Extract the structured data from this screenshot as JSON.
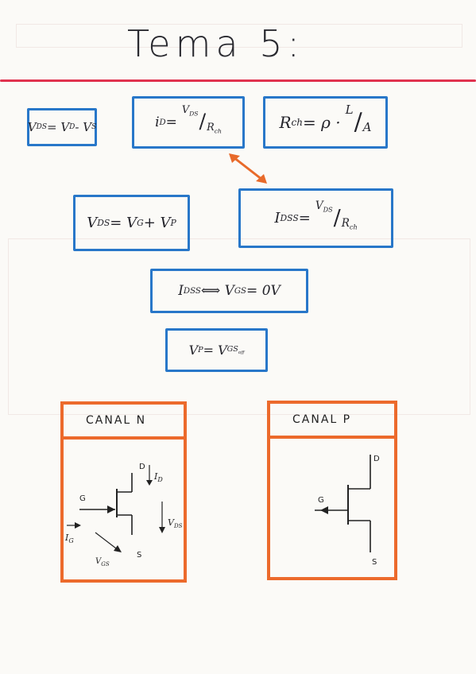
{
  "title": "Tema 5:",
  "colors": {
    "rule": "#e0334f",
    "box_border": "#2877c9",
    "canal_border": "#ec6a2c",
    "arrow": "#e86a2a"
  },
  "formulas": {
    "vds_def": {
      "v": "V",
      "s1": "DS",
      "eq": " = V",
      "s2": "D",
      "minus": " - V",
      "s3": "S"
    },
    "id_eq": {
      "i": "i",
      "sub": "D",
      "eq": " = ",
      "num_v": "V",
      "num_sub": "DS",
      "den": "R",
      "den_sub": "ch"
    },
    "rch_eq": {
      "r": "R",
      "sub": "ch",
      "eq": " = ρ ·",
      "num": "L",
      "den": "A"
    },
    "vds_sum": {
      "v": "V",
      "s1": "DS",
      "eq": " = V",
      "s2": "G",
      "plus": " + V",
      "s3": "P"
    },
    "idss_eq": {
      "i": "I",
      "sub": "DSS",
      "eq": " = ",
      "num_v": "V",
      "num_sub": "DS",
      "den": "R",
      "den_sub": "ch"
    },
    "idss_iff": {
      "i": "I",
      "sub": "DSS",
      "iff": " ⟺ V",
      "sub2": "GS",
      "eq": " = 0V"
    },
    "vp_eq": {
      "v": "V",
      "sub": "P",
      "eq": " = V",
      "sub2": "GS",
      "sub3": "off"
    }
  },
  "canal_n": {
    "heading": "CANAL   N",
    "labels": {
      "d": "D",
      "g": "G",
      "s": "S",
      "id": "I",
      "id_sub": "D",
      "ig": "I",
      "ig_sub": "G",
      "vds": "V",
      "vds_sub": "DS",
      "vgs": "V",
      "vgs_sub": "GS"
    }
  },
  "canal_p": {
    "heading": "CANAL    P",
    "labels": {
      "d": "D",
      "g": "G",
      "s": "S"
    }
  }
}
